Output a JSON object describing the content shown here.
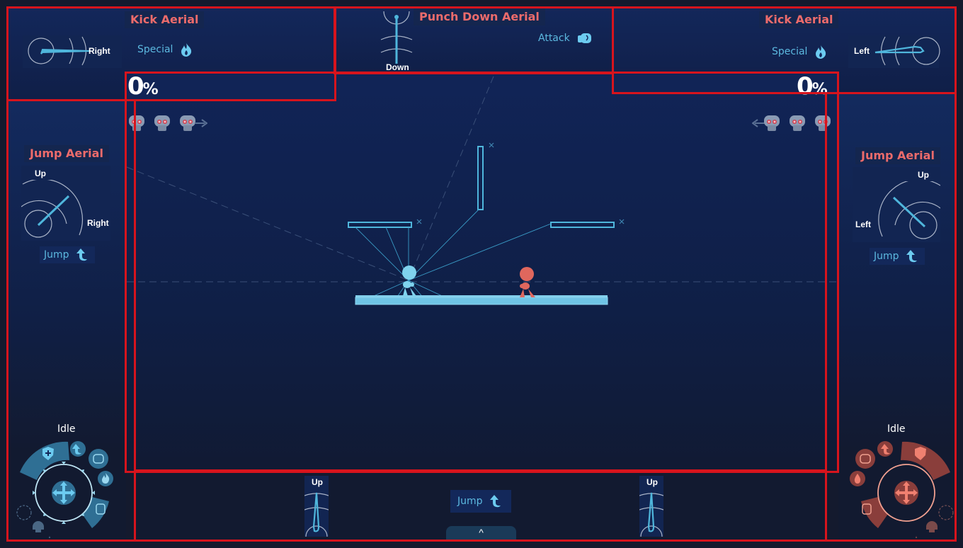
{
  "colors": {
    "frame": "#d7141d",
    "panel_bg": "#13275a",
    "title_red": "#ec6b6b",
    "p1_accent": "#5cb9e0",
    "p2_accent": "#e0675d",
    "stage_platform": "#6fc4e6"
  },
  "top_left": {
    "title": "Kick Aerial",
    "direction": "Right",
    "input_label": "Special",
    "input_icon": "fire-icon"
  },
  "top_center": {
    "title": "Punch Down Aerial",
    "direction": "Down",
    "input_label": "Attack",
    "input_icon": "fist-icon"
  },
  "top_right": {
    "title": "Kick Aerial",
    "direction": "Left",
    "input_label": "Special",
    "input_icon": "fire-icon"
  },
  "left_side": {
    "title": "Jump Aerial",
    "dir_up": "Up",
    "dir_side": "Right",
    "input_label": "Jump",
    "input_icon": "jump-arrow-icon",
    "state": "Idle"
  },
  "right_side": {
    "title": "Jump Aerial",
    "dir_up": "Up",
    "dir_side": "Left",
    "input_label": "Jump",
    "input_icon": "jump-arrow-icon",
    "state": "Idle"
  },
  "stage": {
    "p1_damage": "0",
    "p1_damage_unit": "%",
    "p2_damage": "0",
    "p2_damage_unit": "%",
    "p1_stocks": 3,
    "p2_stocks": 3
  },
  "bottom": {
    "left_stick_dir": "Up",
    "right_stick_dir": "Up",
    "input_label": "Jump",
    "input_icon": "jump-arrow-icon",
    "collapse_icon": "^"
  }
}
